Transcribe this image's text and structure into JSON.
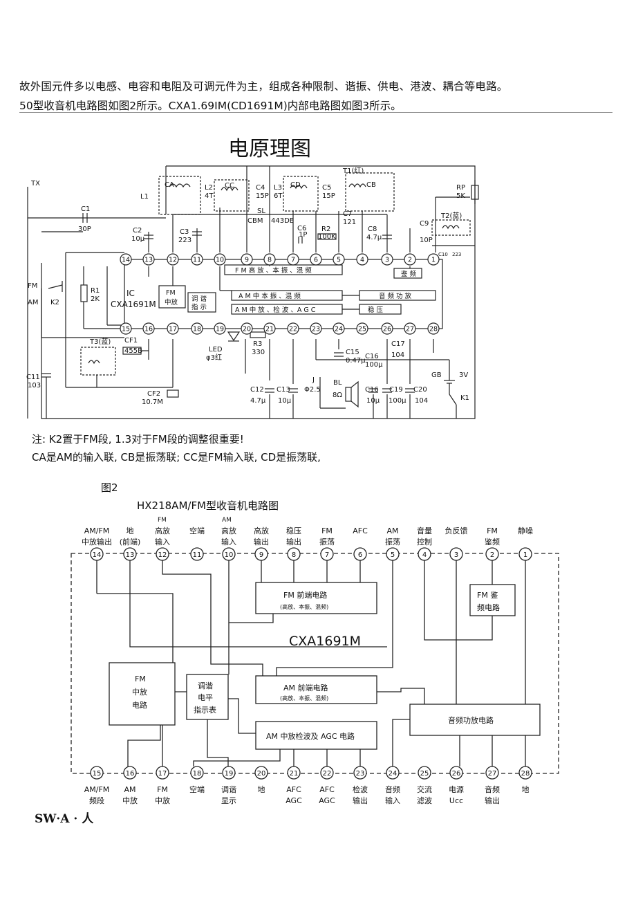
{
  "text": {
    "intro1": "故外国元件多以电感、电容和电阻及可调元件为主，组成各种限制、谐振、供电、港波、耦合等电路。",
    "intro2": "50型收音机电路图如图2所示。CXA1.69IM(CD1691M)内部电路图如图3所示。",
    "title1": "电原理图",
    "note1": "注: K2置于FM段, 1.3对于FM段的调整很重要!",
    "note2": "CA是AM的输入联, CB是振荡联; CC是FM输入联, CD是振荡联,",
    "fig2": "图2",
    "cap2": "HX218AM/FM型收音机电路图",
    "signature": "SW·A · 人"
  },
  "schematic1": {
    "ic_label": [
      "IC",
      "CXA1691M"
    ],
    "blocks": {
      "fm_front": "F M 高 放 、本 振 、混 频",
      "am_front": "A M 中 本 振 、混 频",
      "am_if": "A M 中 放 、检 波 、A G C",
      "fm_if": [
        "FM",
        "中放"
      ],
      "tuning": [
        "调 谐",
        "指 示"
      ],
      "audio": "音 频 功 放",
      "fm_det": "鉴 频",
      "regulator": "稳 压"
    },
    "top_pins": [
      "14",
      "13",
      "12",
      "11",
      "10",
      "9",
      "8",
      "7",
      "6",
      "5",
      "4",
      "3",
      "2",
      "1"
    ],
    "bottom_pins": [
      "15",
      "16",
      "17",
      "18",
      "19",
      "20",
      "21",
      "22",
      "23",
      "24",
      "25",
      "26",
      "27",
      "28"
    ],
    "components": {
      "antenna": "TX",
      "l1": "L1",
      "ca": "CA",
      "l2": "L2",
      "l2t": "4T",
      "cc": "CC",
      "c4": "C4",
      "c4v": "15P",
      "l3": "L3",
      "l3t": "6T",
      "cd": "CD",
      "c5": "C5",
      "c5v": "15P",
      "t1": "T1(红)",
      "cb": "CB",
      "c7": "C7",
      "c7v": "121",
      "sl": "SL",
      "cbm": "CBM",
      "cbm2": "443DE",
      "rp": "RP",
      "rpv": "5K",
      "c1": "C1",
      "c1v": "30P",
      "c2": "C2",
      "c2v": "10μ",
      "c3": "C3",
      "c3v": "223",
      "c6": "C6",
      "c6v": "1P",
      "r2": "R2",
      "r2v": "100K",
      "c8": "C8",
      "c8v": "4.7μ",
      "c9": "C9",
      "c9v": "10P",
      "t2": "T2(蓝)",
      "c10": "C10",
      "c10v": "223",
      "fm": "FM",
      "am": "AM",
      "k2": "K2",
      "r1": "R1",
      "r1v": "2K",
      "t3": "T3(蓝)",
      "cf1": "CF1",
      "cf1v": "455B",
      "cf2": "CF2",
      "cf2v": "10.7M",
      "c11": "C11",
      "c11v": "103",
      "led": "LED",
      "ledv": "φ3红",
      "r3": "R3",
      "r3v": "330",
      "c12": "C12",
      "c12v": "4.7μ",
      "c13": "C13",
      "c13v": "10μ",
      "c15": "C15",
      "c15v": "0.47μ",
      "c16": "C16",
      "c16v": "100μ",
      "c17": "C17",
      "c17v": "104",
      "c16b": "C16",
      "c16bv": "10μ",
      "c19": "C19",
      "c19v": "100μ",
      "c20": "C20",
      "c20v": "104",
      "j": "J",
      "jv": "Φ2.5",
      "bl": "BL",
      "blv": "8Ω",
      "gb": "GB",
      "gbv": "3V",
      "k1": "K1"
    }
  },
  "schematic2": {
    "chip": "CXA1691M",
    "top_labels": [
      [
        "AM/FM",
        "中放输出"
      ],
      [
        "地",
        "(前端)"
      ],
      [
        "高放",
        "输入"
      ],
      [
        "空端",
        ""
      ],
      [
        "高放",
        "输入"
      ],
      [
        "高放",
        "输出"
      ],
      [
        "稳压",
        "输出"
      ],
      [
        "FM",
        "振荡"
      ],
      [
        "AFC",
        ""
      ],
      [
        "AM",
        "振荡"
      ],
      [
        "音量",
        "控制"
      ],
      [
        "负反馈",
        ""
      ],
      [
        "FM",
        "鉴频"
      ],
      [
        "静噪",
        ""
      ]
    ],
    "top_small": [
      "FM",
      "AM"
    ],
    "top_pins": [
      "14",
      "13",
      "12",
      "11",
      "10",
      "9",
      "8",
      "7",
      "6",
      "5",
      "4",
      "3",
      "2",
      "1"
    ],
    "bottom_labels": [
      [
        "AM/FM",
        "频段"
      ],
      [
        "AM",
        "中放"
      ],
      [
        "FM",
        "中放"
      ],
      [
        "空端",
        ""
      ],
      [
        "调谐",
        "显示"
      ],
      [
        "地",
        ""
      ],
      [
        "AFC",
        "AGC"
      ],
      [
        "AFC",
        "AGC"
      ],
      [
        "检波",
        "输出"
      ],
      [
        "音频",
        "输入"
      ],
      [
        "交流",
        "滤波"
      ],
      [
        "电源",
        "Ucc"
      ],
      [
        "音频",
        "输出"
      ],
      [
        "地",
        ""
      ]
    ],
    "bottom_pins": [
      "15",
      "16",
      "17",
      "18",
      "19",
      "20",
      "21",
      "22",
      "23",
      "24",
      "25",
      "26",
      "27",
      "28"
    ],
    "blocks": {
      "fm_front": "FM 前端电路",
      "fm_front_sub": "(高放、本振、混频)",
      "am_front": "AM 前端电路",
      "am_front_sub": "(高放、本振、混频)",
      "fm_if": [
        "FM",
        "中放",
        "电路"
      ],
      "meter": [
        "调谐",
        "电平",
        "指示表"
      ],
      "am_if": "AM 中放检波及 AGC 电路",
      "fm_det": [
        "FM 鉴",
        "频电路"
      ],
      "audio": "音频功放电路"
    }
  }
}
